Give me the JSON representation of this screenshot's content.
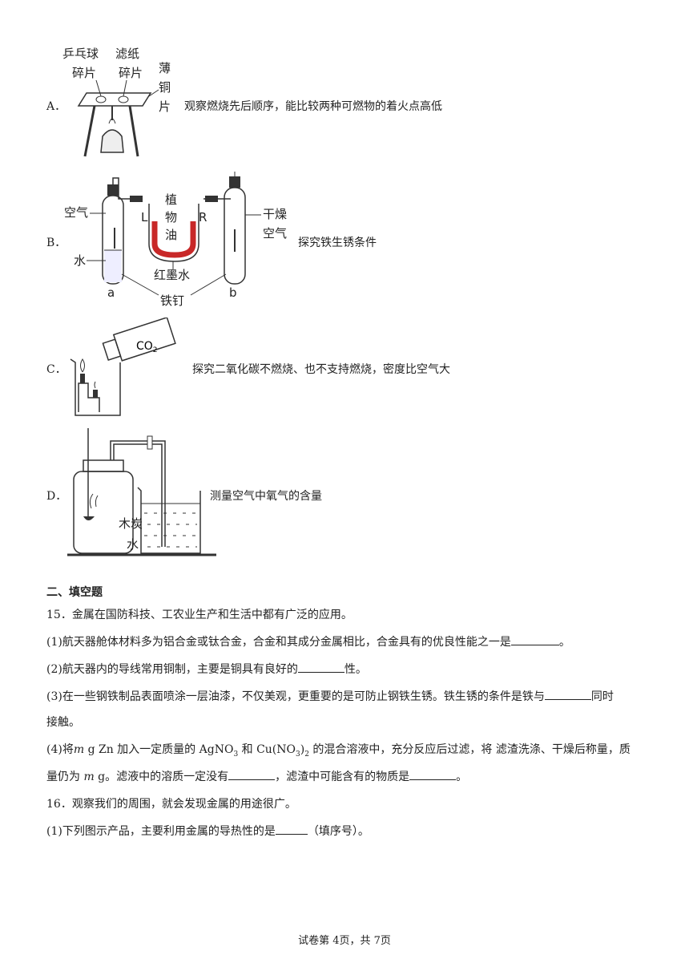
{
  "options": [
    {
      "letter": "A．",
      "text": "观察燃烧先后顺序，能比较两种可燃物的着火点高低",
      "labels": {
        "pingpong_l1": "乒乓球",
        "pingpong_l2": "碎片",
        "filter_l1": "滤纸",
        "filter_l2": "碎片",
        "copper_1": "薄",
        "copper_2": "铜",
        "copper_3": "片"
      }
    },
    {
      "letter": "B．",
      "text": "探究铁生锈条件",
      "labels": {
        "air": "空气",
        "water": "水",
        "a": "a",
        "L": "L",
        "R": "R",
        "plant": "植",
        "wu": "物",
        "oil": "油",
        "red_ink": "红墨水",
        "dry1": "干燥",
        "dry2": "空气",
        "nail": "铁钉",
        "b": "b"
      }
    },
    {
      "letter": "C．",
      "text": "探究二氧化碳不燃烧、也不支持燃烧，密度比空气大",
      "labels": {
        "co2": "CO",
        "co2_sub": "2"
      }
    },
    {
      "letter": "D．",
      "text": "测量空气中氧气的含量",
      "labels": {
        "charcoal": "木炭",
        "water": "水"
      }
    }
  ],
  "section_title": "二、填空题",
  "q15": {
    "stem": "15．金属在国防科技、工农业生产和生活中都有广泛的应用。",
    "p1": "(1)航天器舱体材料多为铝合金或钛合金，合金和其成分金属相比，合金具有的优良性能之一是",
    "p1_end": "。",
    "p2": "(2)航天器内的导线常用铜制，主要是铜具有良好的",
    "p2_end": "性。",
    "p3": "(3)在一些钢铁制品表面喷涂一层油漆，不仅美观，更重要的是可防止钢铁生锈。铁生锈的条件是铁与",
    "p3_end": "同时",
    "p3_line2": "接触。",
    "p4_a": "(4)将",
    "p4_m": "m",
    "p4_b": " g Zn 加入一定质量的 AgNO",
    "p4_s3": "3",
    "p4_c": " 和 Cu(NO",
    "p4_s32": "3",
    "p4_d": ")",
    "p4_s2": "2",
    "p4_e": " 的混合溶液中，充分反应后过滤，将  滤渣洗涤、干燥后称量，质",
    "p4_line2_a": "量仍为 ",
    "p4_line2_m": "m",
    "p4_line2_b": " g。滤液中的溶质一定没有",
    "p4_line2_c": "，滤渣中可能含有的物质是",
    "p4_line2_d": "。"
  },
  "q16": {
    "stem": "16．观察我们的周围，就会发现金属的用途很广。",
    "p1": "(1)下列图示产品，主要利用金属的导热性的是",
    "p1_end": "（填序号）。"
  },
  "footer": "试卷第 4页，共 7页"
}
